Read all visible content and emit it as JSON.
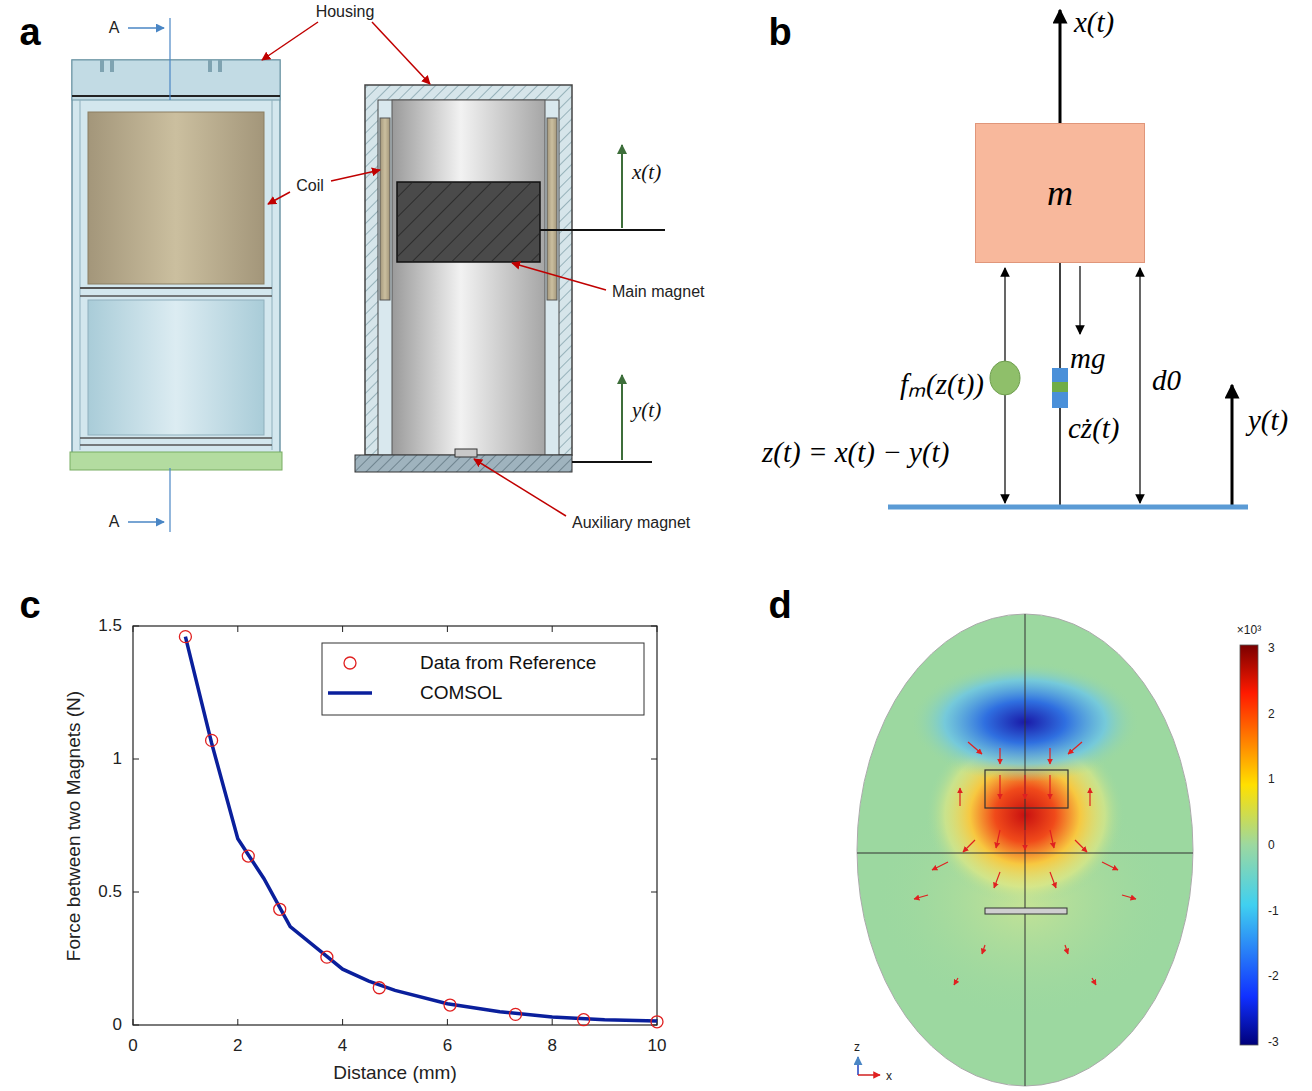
{
  "diagram": {
    "nodes": [
      {
        "text": [
          "m"
        ]
      }
    ],
    "labels": [
      "a",
      "A",
      "Housing",
      "Coil",
      "x(t)",
      "Main magnet",
      "y(t)",
      "A",
      "Auxiliary magnet",
      "b",
      "x(t)",
      "fₘ(z(t))",
      "mg",
      "z(t) = x(t) − y(t)",
      "cż(t)",
      "d0",
      "y(t)",
      "c",
      "1.5",
      "1",
      "0.5",
      "0",
      "0",
      "2",
      "4",
      "6",
      "8",
      "10",
      "Distance (mm)",
      "Force between two Magnets (N)",
      "d",
      "×10³",
      "3",
      "2",
      "1",
      "0",
      "-1",
      "-2",
      "-3",
      "z",
      "x"
    ],
    "legend": [
      {
        "text": "Data from Reference"
      },
      {
        "text": "COMSOL"
      }
    ]
  }
}
